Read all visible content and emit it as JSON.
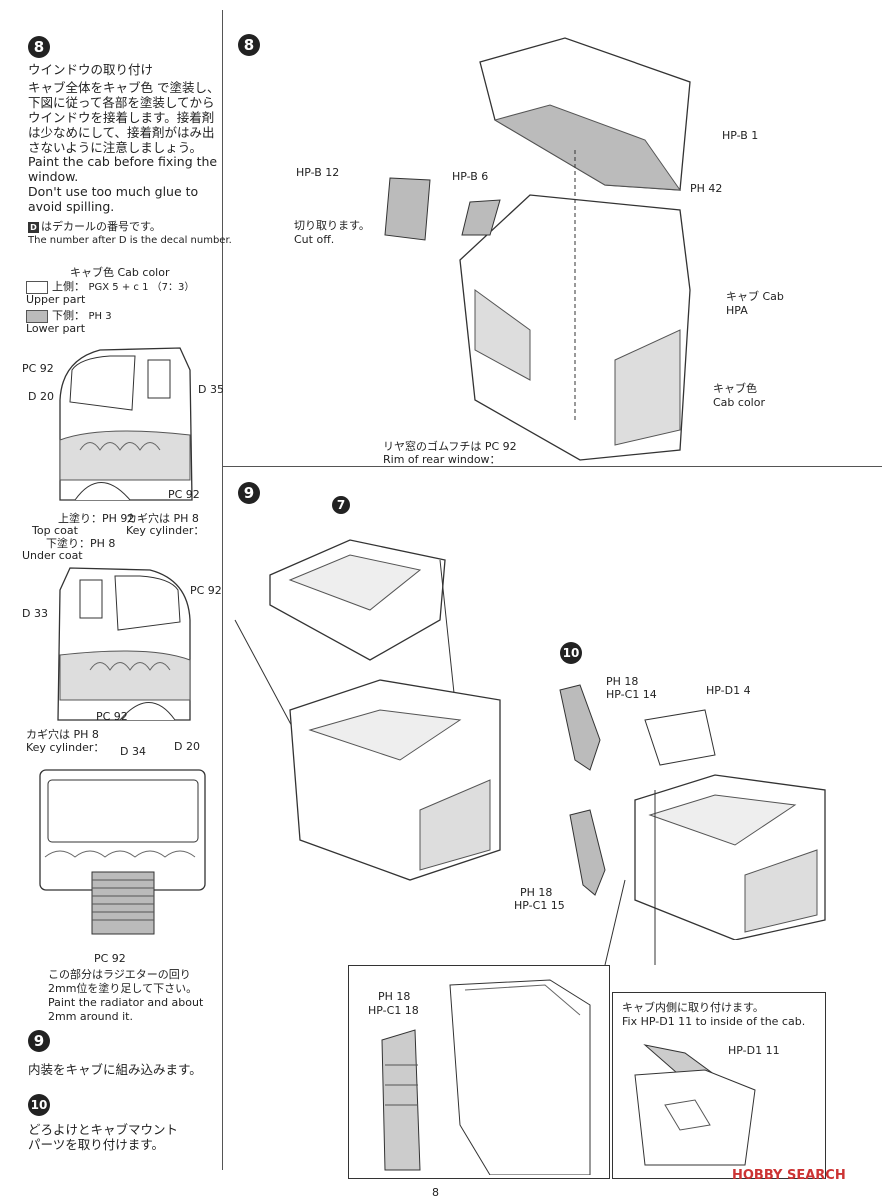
{
  "left": {
    "step8": {
      "num": "8",
      "title": "ウインドウの取り付け",
      "jp": [
        "キャブ全体をキャブ色 で塗装し、",
        "下図に従って各部を塗装してから",
        "ウインドウを接着します。接着剤",
        "は少なめにして、接着剤がはみ出",
        "さないように注意しましょう。"
      ],
      "en": [
        "Paint the cab before fixing the",
        "window.",
        "Don't use too much glue to",
        "avoid spilling."
      ]
    },
    "decal_note_jp": "はデカールの番号です。",
    "decal_note_en": "The number after D is the decal number.",
    "cab_color": {
      "title": "キャブ色 Cab color",
      "upper_jp": "上側：",
      "upper_en": "Upper part",
      "upper_val": "PGX 5 + c 1 （7：3）",
      "lower_jp": "下側：",
      "lower_en": "Lower part",
      "lower_val": "PH 3"
    },
    "fig1": {
      "pc92": "PC 92",
      "d20": "D 20",
      "d35": "D 35",
      "pc92b": "PC 92",
      "top_coat_jp": "上塗り：PH 92",
      "top_coat_en": "Top coat",
      "key_jp": "カギ穴は PH 8",
      "key_en": "Key cylinder：",
      "under_jp": "下塗り：PH 8",
      "under_en": "Under coat"
    },
    "fig2": {
      "pc92": "PC 92",
      "d33": "D 33",
      "pc92b": "PC 92",
      "key_jp": "カギ穴は PH 8",
      "key_en": "Key cylinder：",
      "d20": "D 20"
    },
    "fig3": {
      "d34": "D 34",
      "pc92": "PC 92",
      "radiator": [
        "この部分はラジエターの回り",
        "2mm位を塗り足して下さい。",
        "Paint the radiator and about",
        "2mm around it."
      ]
    },
    "step9": {
      "num": "9",
      "text": "内装をキャブに組み込みます。"
    },
    "step10": {
      "num": "10",
      "text": [
        "どろよけとキャブマウント",
        "パーツを取り付けます。"
      ]
    }
  },
  "right": {
    "step8": {
      "num": "8",
      "hp_b1": "HP-B 1",
      "ph42": "PH 42",
      "hp_b12": "HP-B 12",
      "hp_b6": "HP-B 6",
      "cut_jp": "切り取ります。",
      "cut_en": "Cut off.",
      "cab_jp": "キャブ Cab",
      "cab_hpa": "HPA",
      "cab_color_jp": "キャブ色",
      "cab_color_en": "Cab color",
      "rim_jp": "リヤ窓のゴムフチは PC 92",
      "rim_en": "Rim of rear window："
    },
    "step9": {
      "num": "9",
      "part7": "7"
    },
    "step10": {
      "num": "10",
      "ph18a": "PH 18",
      "hp_c1_14": "HP-C1 14",
      "hp_d1_4": "HP-D1 4",
      "ph18b": "PH 18",
      "hp_c1_15": "HP-C1 15",
      "ph18c": "PH 18",
      "hp_c1_18": "HP-C1 18",
      "fix_jp": "キャブ内側に取り付けます。",
      "fix_en": "Fix HP-D1 11 to inside of the cab.",
      "hp_d1_11": "HP-D1 11"
    }
  },
  "footer": {
    "page": "8",
    "watermark": "HOBBY SEARCH"
  }
}
